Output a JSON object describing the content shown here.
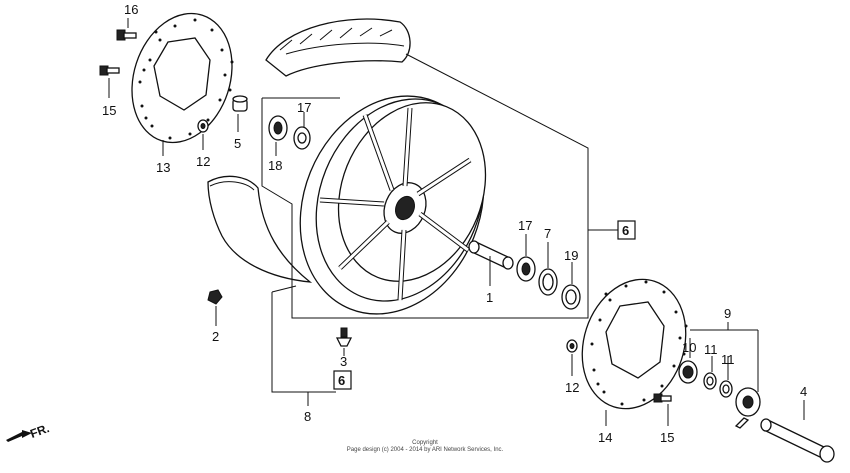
{
  "footer": {
    "copyright": "Copyright",
    "line": "Page design (c) 2004 - 2014 by ARI Network Services, Inc."
  },
  "direction_indicator": "FR.",
  "callouts": {
    "c1": "1",
    "c2": "2",
    "c3": "3",
    "c4": "4",
    "c5": "5",
    "c6a": "6",
    "c6b": "6",
    "c7": "7",
    "c8": "8",
    "c9": "9",
    "c10": "10",
    "c11a": "11",
    "c11b": "11",
    "c12a": "12",
    "c12b": "12",
    "c13": "13",
    "c14": "14",
    "c15a": "15",
    "c15b": "15",
    "c16": "16",
    "c17a": "17",
    "c17b": "17",
    "c18": "18",
    "c19": "19"
  }
}
